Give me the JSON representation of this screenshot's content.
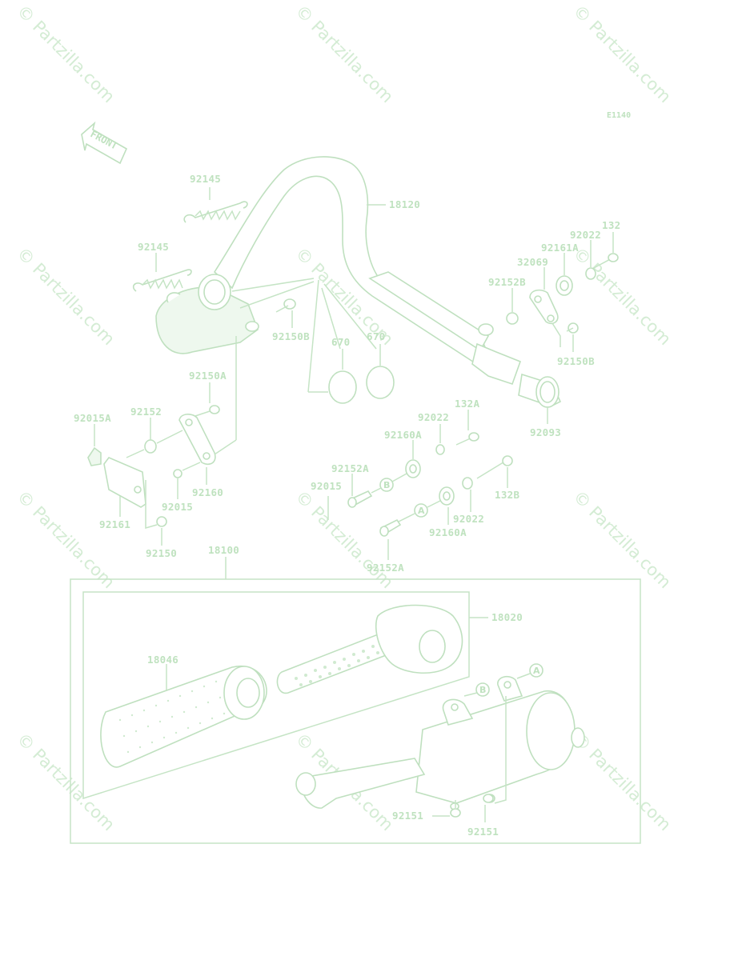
{
  "diagram": {
    "code": "E1140",
    "front_label": "FRONT",
    "watermark": "© Partzilla.com",
    "colors": {
      "line": "#c5e4c5",
      "text": "#bfe2bf",
      "watermark": "#d4ecd4"
    },
    "labels": {
      "p18120": "18120",
      "p92145a": "92145",
      "p92145b": "92145",
      "p132": "132",
      "p92022a": "92022",
      "p92161a": "92161A",
      "p32069": "32069",
      "p92152b": "92152B",
      "p92150b_l": "92150B",
      "p92150b_r": "92150B",
      "p670a": "670",
      "p670b": "670",
      "p92093": "92093",
      "p92150a": "92150A",
      "p92015a": "92015A",
      "p92152": "92152",
      "p92160": "92160",
      "p92015b": "92015",
      "p92161": "92161",
      "p92150": "92150",
      "p132a": "132A",
      "p92022b": "92022",
      "p92160a1": "92160A",
      "p92152a1": "92152A",
      "p92015c": "92015",
      "p132b": "132B",
      "p92022c": "92022",
      "p92160a2": "92160A",
      "p92152a2": "92152A",
      "p18100": "18100",
      "p18020": "18020",
      "p18046": "18046",
      "p92151a": "92151",
      "p92151b": "92151"
    },
    "circles": {
      "a": "A",
      "b": "B"
    }
  }
}
